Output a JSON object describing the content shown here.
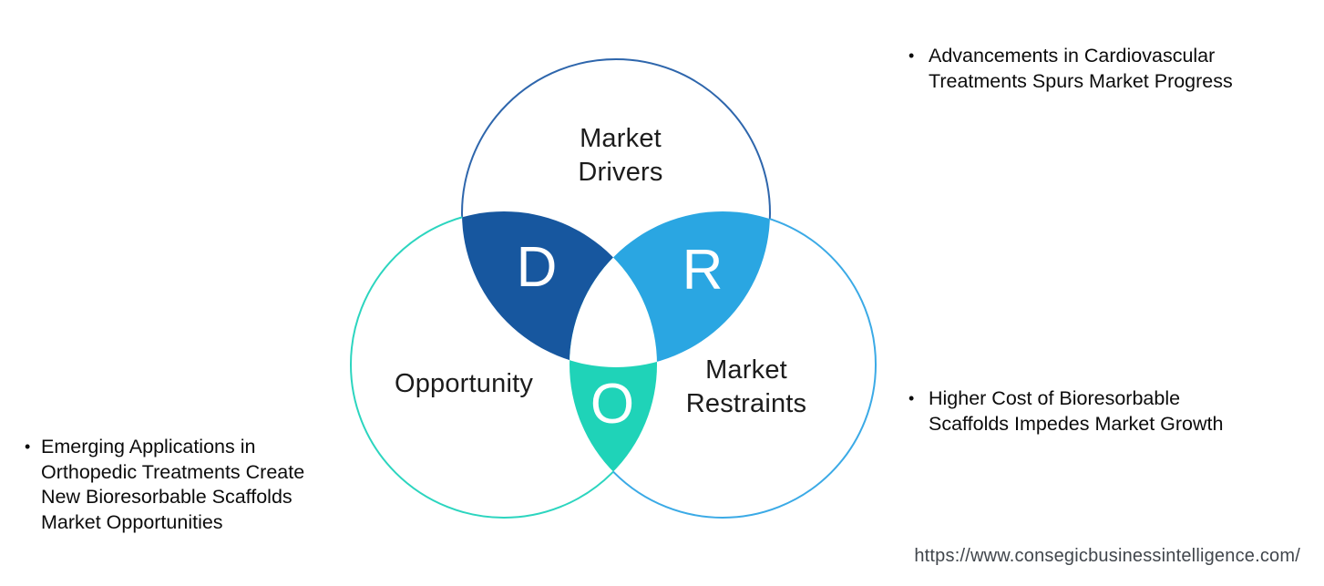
{
  "venn": {
    "drivers": {
      "label_lines": [
        "Market",
        "Drivers"
      ],
      "letter": "D"
    },
    "opportunity": {
      "label": "Opportunity",
      "letter": "O"
    },
    "restraints": {
      "label_lines": [
        "Market",
        "Restraints"
      ],
      "letter": "R"
    },
    "colors": {
      "drivers_outline": "#2e66ac",
      "opportunity_outline": "#2cd5bf",
      "restraints_outline": "#3baae6",
      "d_fill": "#17579f",
      "r_fill": "#2aa6e2",
      "o_fill": "#1fd3b8",
      "center_fill": "#ffffff",
      "letter_color": "#ffffff"
    }
  },
  "insights": {
    "bullet_char": "•",
    "drivers_note": {
      "lines": [
        "Advancements in Cardiovascular",
        "Treatments Spurs Market Progress"
      ]
    },
    "restraints_note": {
      "lines": [
        "Higher Cost of Bioresorbable",
        "Scaffolds Impedes Market Growth"
      ]
    },
    "opportunity_note": {
      "lines": [
        "Emerging Applications in",
        "Orthopedic Treatments Create",
        "New Bioresorbable Scaffolds",
        "Market Opportunities"
      ]
    }
  },
  "footer": {
    "url": "https://www.consegicbusinessintelligence.com/"
  }
}
